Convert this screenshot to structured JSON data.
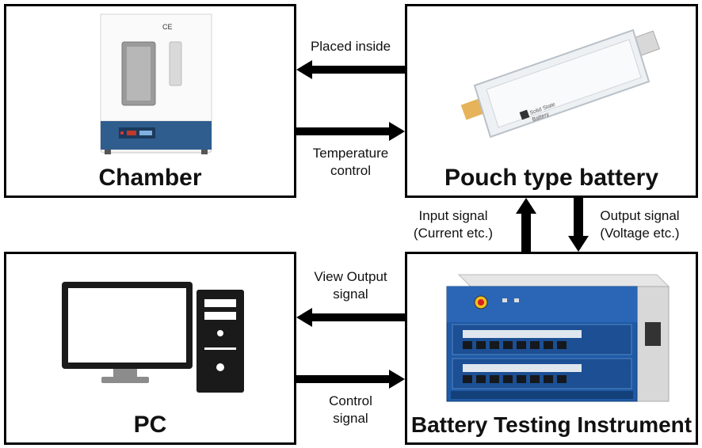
{
  "boxes": {
    "chamber": {
      "title": "Chamber"
    },
    "battery": {
      "title": "Pouch type battery"
    },
    "pc": {
      "title": "PC"
    },
    "instrument": {
      "title": "Battery Testing Instrument"
    }
  },
  "arrows": {
    "placed_inside": {
      "line1": "Placed inside"
    },
    "temperature_control": {
      "line1": "Temperature",
      "line2": "control"
    },
    "input_signal": {
      "line1": "Input signal",
      "line2": "(Current etc.)"
    },
    "output_signal": {
      "line1": "Output signal",
      "line2": "(Voltage etc.)"
    },
    "view_output": {
      "line1": "View Output",
      "line2": "signal"
    },
    "control_signal": {
      "line1": "Control",
      "line2": "signal"
    }
  },
  "battery_tab_text": {
    "line1": "Solid State",
    "line2": "Battery"
  },
  "chamber_mark": "CE",
  "colors": {
    "chamber_base": "#2f5d8e",
    "instrument_panel": "#1f5aa6",
    "battery_tab": "#e6b35a",
    "line": "#000000"
  }
}
